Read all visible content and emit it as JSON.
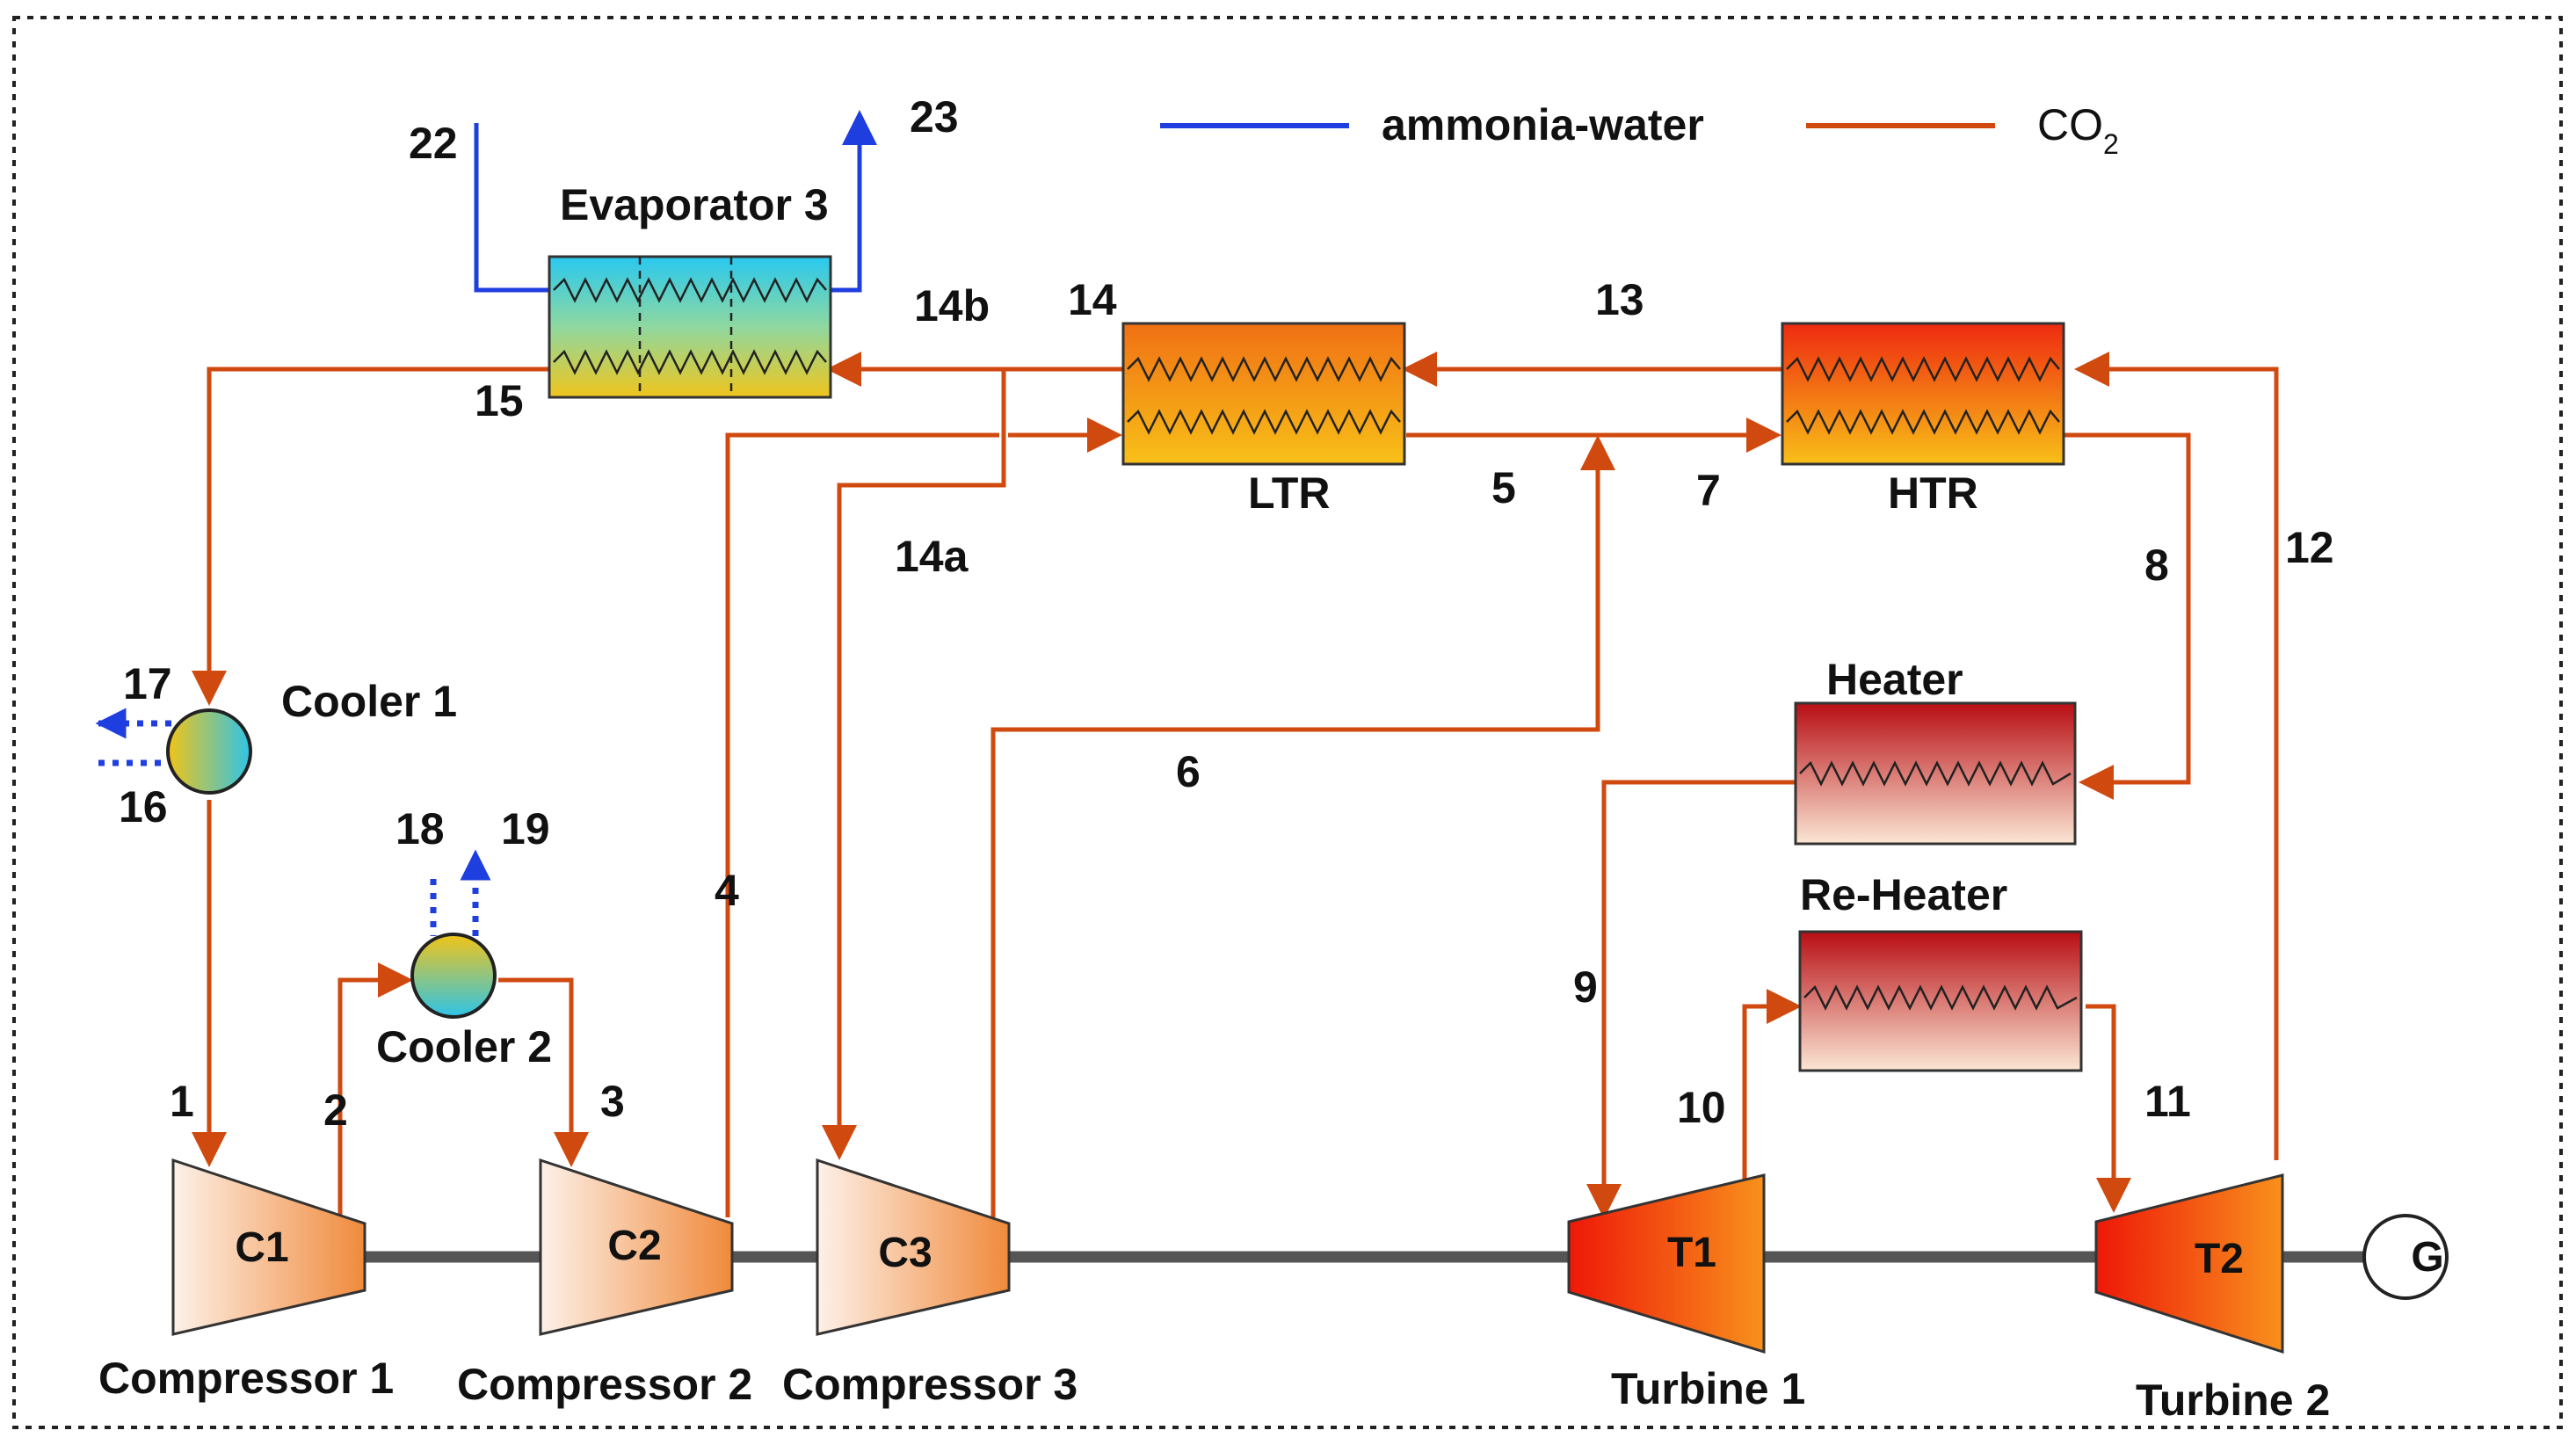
{
  "legend": {
    "ammonia_water": {
      "label": "ammonia-water",
      "color": "#1f3ee0"
    },
    "co2": {
      "label": "CO",
      "subscript": "2",
      "color": "#d04a10"
    }
  },
  "components": {
    "evaporator3": "Evaporator 3",
    "ltr": "LTR",
    "htr": "HTR",
    "heater": "Heater",
    "reheater": "Re-Heater",
    "cooler1": "Cooler 1",
    "cooler2": "Cooler 2",
    "c1": "C1",
    "c2": "C2",
    "c3": "C3",
    "t1": "T1",
    "t2": "T2",
    "generator": "G",
    "compressor1": "Compressor 1",
    "compressor2": "Compressor 2",
    "compressor3": "Compressor 3",
    "turbine1": "Turbine 1",
    "turbine2": "Turbine 2"
  },
  "states": {
    "s1": "1",
    "s2": "2",
    "s3": "3",
    "s4": "4",
    "s5": "5",
    "s6": "6",
    "s7": "7",
    "s8": "8",
    "s9": "9",
    "s10": "10",
    "s11": "11",
    "s12": "12",
    "s13": "13",
    "s14": "14",
    "s14a": "14a",
    "s14b": "14b",
    "s15": "15",
    "s16": "16",
    "s17": "17",
    "s18": "18",
    "s19": "19",
    "s22": "22",
    "s23": "23"
  }
}
